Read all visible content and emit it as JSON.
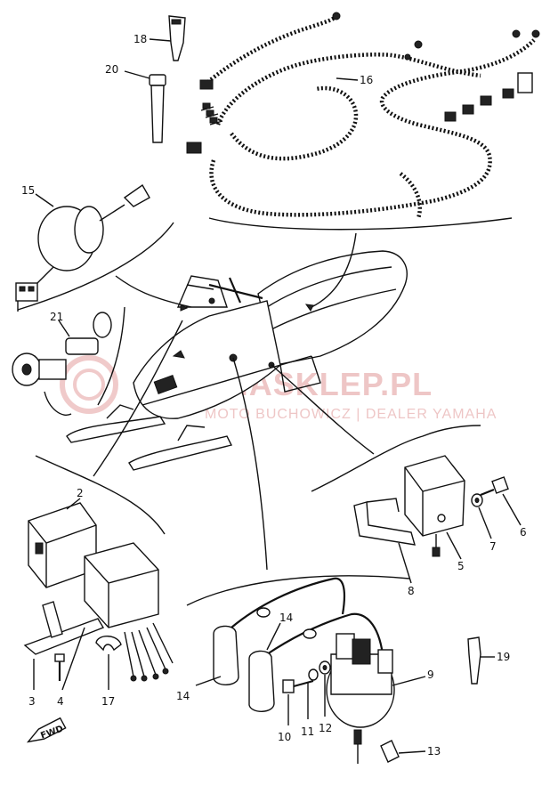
{
  "watermark": {
    "brand": "YAMASKLEP.PL",
    "tagline": "MOTO BUCHOWICZ | DEALER YAMAHA",
    "accent_color": "#e9b3b3"
  },
  "fwd_label": "FWD",
  "part_numbers": {
    "p2": "2",
    "p3": "3",
    "p4": "4",
    "p5": "5",
    "p6": "6",
    "p7": "7",
    "p8": "8",
    "p9": "9",
    "p10": "10",
    "p11": "11",
    "p12": "12",
    "p13": "13",
    "p14a": "14",
    "p14b": "14",
    "p15": "15",
    "p16": "16",
    "p17": "17",
    "p18": "18",
    "p19": "19",
    "p20": "20",
    "p21": "21"
  }
}
